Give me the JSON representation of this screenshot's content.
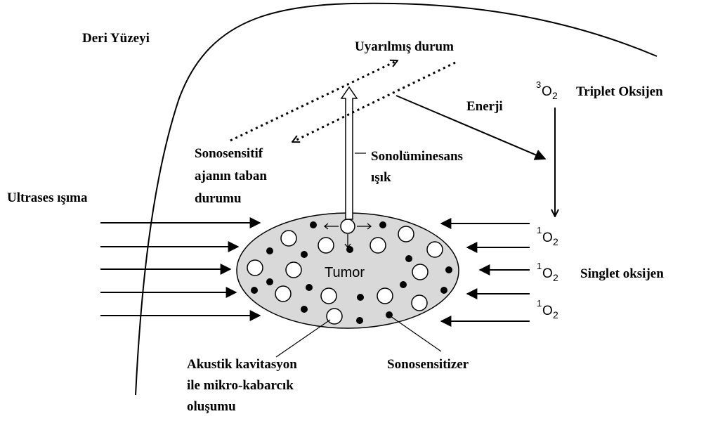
{
  "labels": {
    "skin_surface": "Deri Yüzeyi",
    "excited_state": "Uyarılmış durum",
    "energy": "Enerji",
    "triplet_oxygen_symbol_sup": "3",
    "triplet_oxygen_symbol_base": "O",
    "triplet_oxygen_symbol_sub": "2",
    "triplet_oxygen": "Triplet Oksijen",
    "ground_state_line1": "Sonosensitif",
    "ground_state_line2": "ajanın taban",
    "ground_state_line3": "durumu",
    "sonoluminescence_line1": "Sonolüminesans",
    "sonoluminescence_line2": "ışık",
    "ultrasound": "Ultrases ışıma",
    "tumor": "Tumor",
    "singlet_oxygen_symbol_sup": "1",
    "singlet_oxygen_symbol_base": "O",
    "singlet_oxygen_symbol_sub": "2",
    "singlet_oxygen": "Singlet oksijen",
    "cavitation_line1": "Akustik kavitasyon",
    "cavitation_line2": "ile mikro-kabarcık",
    "cavitation_line3": "oluşumu",
    "sonosensitizer": "Sonosensitizer"
  },
  "colors": {
    "tumor_fill": "#d9d9d9",
    "ink": "#000000",
    "bubble_fill": "#ffffff"
  }
}
